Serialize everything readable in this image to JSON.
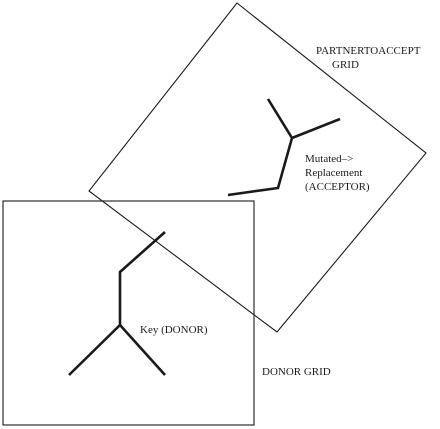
{
  "labels": {
    "partner_grid_line1": "PARTNERTOACCEPT",
    "partner_grid_line2": "GRID",
    "acceptor_line1": "Mutated–>",
    "acceptor_line2": "Replacement",
    "acceptor_line3": "(ACCEPTOR)",
    "donor_key": "Key (DONOR)",
    "donor_grid": "DONOR GRID"
  }
}
